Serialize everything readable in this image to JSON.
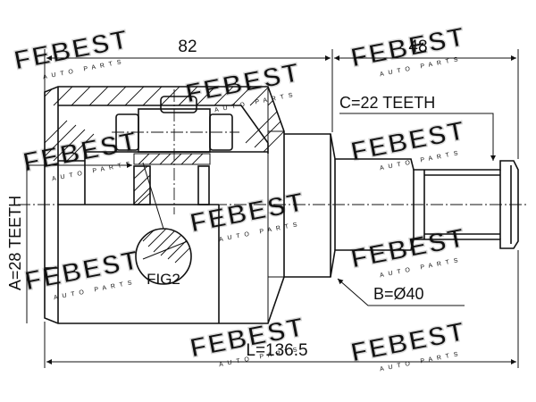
{
  "watermark": {
    "brand": "FEBEST",
    "tagline": "AUTO PARTS"
  },
  "dimensions": {
    "housing_length": "82",
    "shaft_length": "48",
    "total_length": "L=136.5"
  },
  "callouts": {
    "outer_spline": "C=22 TEETH",
    "inner_spline": "A=28 TEETH",
    "seal_diameter": "B=Ø40",
    "detail_ref": "FIG2"
  },
  "colors": {
    "line": "#111111",
    "watermark": "#d7d7d7",
    "background": "#ffffff"
  }
}
